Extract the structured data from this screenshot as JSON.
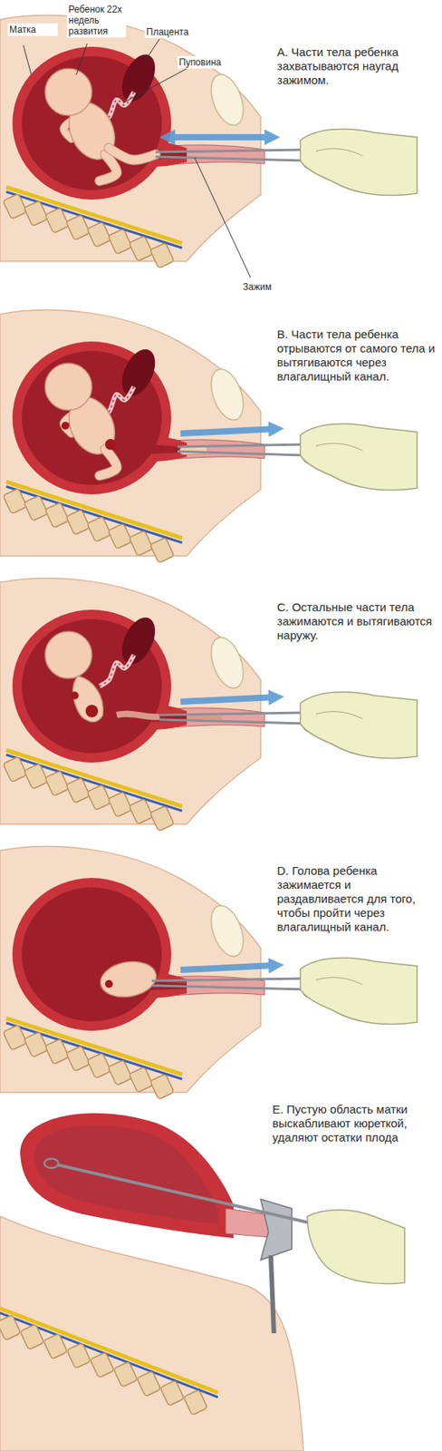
{
  "diagram": {
    "labels": [
      "Матка",
      "Ребенок 22х недель развития",
      "Плацента",
      "Пуповина",
      "A. Части тела ребенка захватываются наугад зажимом.",
      "Зажим",
      "B. Части тела ребенка отрываются от самого тела и вытягиваются через влагалищный канал.",
      "C. Остальные части тела зажимаются и вытягиваются наружу.",
      "D. Голова ребенка зажимается и раздавливается для того, чтобы пройти через влагалищный канал.",
      "E. Пустую область матки выскабливают кюреткой, удаляют остатки плода"
    ]
  }
}
